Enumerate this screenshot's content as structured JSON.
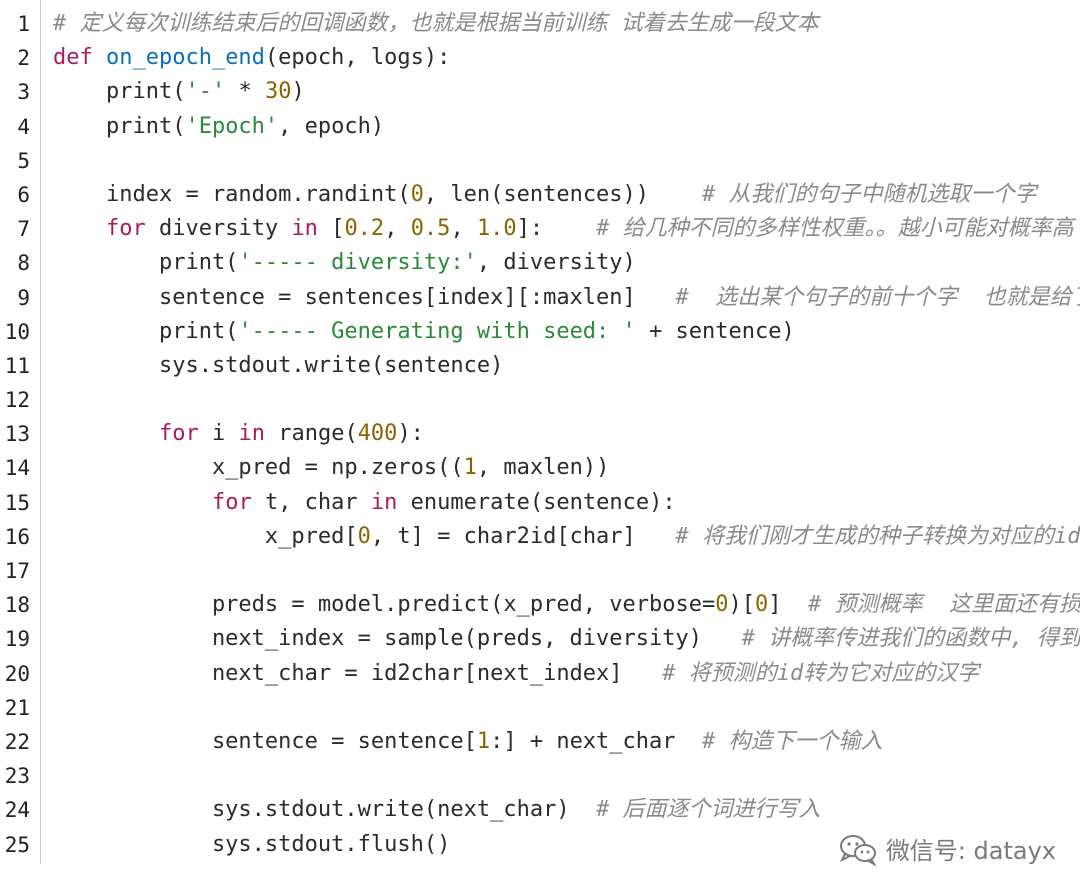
{
  "lines": [
    {
      "n": "1",
      "tokens": [
        {
          "t": "# 定义每次训练结束后的回调函数，也就是根据当前训练 试着去生成一段文本",
          "c": "cmt"
        }
      ]
    },
    {
      "n": "2",
      "tokens": [
        {
          "t": "def ",
          "c": "kw"
        },
        {
          "t": "on_epoch_end",
          "c": "fn"
        },
        {
          "t": "(epoch, logs):",
          "c": "plain"
        }
      ]
    },
    {
      "n": "3",
      "tokens": [
        {
          "t": "    print(",
          "c": "plain"
        },
        {
          "t": "'-'",
          "c": "str"
        },
        {
          "t": " * ",
          "c": "plain"
        },
        {
          "t": "30",
          "c": "num"
        },
        {
          "t": ")",
          "c": "plain"
        }
      ]
    },
    {
      "n": "4",
      "tokens": [
        {
          "t": "    print(",
          "c": "plain"
        },
        {
          "t": "'Epoch'",
          "c": "str"
        },
        {
          "t": ", epoch)",
          "c": "plain"
        }
      ]
    },
    {
      "n": "5",
      "tokens": []
    },
    {
      "n": "6",
      "tokens": [
        {
          "t": "    index = random.randint(",
          "c": "plain"
        },
        {
          "t": "0",
          "c": "num"
        },
        {
          "t": ", len(sentences))    ",
          "c": "plain"
        },
        {
          "t": "# 从我们的句子中随机选取一个字",
          "c": "cmt"
        }
      ]
    },
    {
      "n": "7",
      "tokens": [
        {
          "t": "    ",
          "c": "plain"
        },
        {
          "t": "for",
          "c": "kw"
        },
        {
          "t": " diversity ",
          "c": "plain"
        },
        {
          "t": "in",
          "c": "kw"
        },
        {
          "t": " [",
          "c": "plain"
        },
        {
          "t": "0.2",
          "c": "num"
        },
        {
          "t": ", ",
          "c": "plain"
        },
        {
          "t": "0.5",
          "c": "num"
        },
        {
          "t": ", ",
          "c": "plain"
        },
        {
          "t": "1.0",
          "c": "num"
        },
        {
          "t": "]:    ",
          "c": "plain"
        },
        {
          "t": "# 给几种不同的多样性权重。。越小可能对概率高",
          "c": "cmt"
        }
      ]
    },
    {
      "n": "8",
      "tokens": [
        {
          "t": "        print(",
          "c": "plain"
        },
        {
          "t": "'----- diversity:'",
          "c": "str"
        },
        {
          "t": ", diversity)",
          "c": "plain"
        }
      ]
    },
    {
      "n": "9",
      "tokens": [
        {
          "t": "        sentence = sentences[index][:maxlen]   ",
          "c": "plain"
        },
        {
          "t": "#  选出某个句子的前十个字  也就是给了",
          "c": "cmt"
        }
      ]
    },
    {
      "n": "10",
      "tokens": [
        {
          "t": "        print(",
          "c": "plain"
        },
        {
          "t": "'----- Generating with seed: '",
          "c": "str"
        },
        {
          "t": " + sentence)",
          "c": "plain"
        }
      ]
    },
    {
      "n": "11",
      "tokens": [
        {
          "t": "        sys.stdout.write(sentence)",
          "c": "plain"
        }
      ]
    },
    {
      "n": "12",
      "tokens": []
    },
    {
      "n": "13",
      "tokens": [
        {
          "t": "        ",
          "c": "plain"
        },
        {
          "t": "for",
          "c": "kw"
        },
        {
          "t": " i ",
          "c": "plain"
        },
        {
          "t": "in",
          "c": "kw"
        },
        {
          "t": " range(",
          "c": "plain"
        },
        {
          "t": "400",
          "c": "num"
        },
        {
          "t": "):",
          "c": "plain"
        }
      ]
    },
    {
      "n": "14",
      "tokens": [
        {
          "t": "            x_pred = np.zeros((",
          "c": "plain"
        },
        {
          "t": "1",
          "c": "num"
        },
        {
          "t": ", maxlen))",
          "c": "plain"
        }
      ]
    },
    {
      "n": "15",
      "tokens": [
        {
          "t": "            ",
          "c": "plain"
        },
        {
          "t": "for",
          "c": "kw"
        },
        {
          "t": " t, char ",
          "c": "plain"
        },
        {
          "t": "in",
          "c": "kw"
        },
        {
          "t": " enumerate(sentence):",
          "c": "plain"
        }
      ]
    },
    {
      "n": "16",
      "tokens": [
        {
          "t": "                x_pred[",
          "c": "plain"
        },
        {
          "t": "0",
          "c": "num"
        },
        {
          "t": ", t] = char2id[char]   ",
          "c": "plain"
        },
        {
          "t": "# 将我们刚才生成的种子转换为对应的id",
          "c": "cmt"
        }
      ]
    },
    {
      "n": "17",
      "tokens": []
    },
    {
      "n": "18",
      "tokens": [
        {
          "t": "            preds = model.predict(x_pred, verbose=",
          "c": "plain"
        },
        {
          "t": "0",
          "c": "num"
        },
        {
          "t": ")[",
          "c": "plain"
        },
        {
          "t": "0",
          "c": "num"
        },
        {
          "t": "]  ",
          "c": "plain"
        },
        {
          "t": "# 预测概率  这里面还有损",
          "c": "cmt"
        }
      ]
    },
    {
      "n": "19",
      "tokens": [
        {
          "t": "            next_index = sample(preds, diversity)   ",
          "c": "plain"
        },
        {
          "t": "# 讲概率传进我们的函数中, 得到下",
          "c": "cmt"
        }
      ]
    },
    {
      "n": "20",
      "tokens": [
        {
          "t": "            next_char = id2char[next_index]   ",
          "c": "plain"
        },
        {
          "t": "# 将预测的id转为它对应的汉字",
          "c": "cmt"
        }
      ]
    },
    {
      "n": "21",
      "tokens": []
    },
    {
      "n": "22",
      "tokens": [
        {
          "t": "            sentence = sentence[",
          "c": "plain"
        },
        {
          "t": "1",
          "c": "num"
        },
        {
          "t": ":] + next_char  ",
          "c": "plain"
        },
        {
          "t": "# 构造下一个输入",
          "c": "cmt"
        }
      ]
    },
    {
      "n": "23",
      "tokens": []
    },
    {
      "n": "24",
      "tokens": [
        {
          "t": "            sys.stdout.write(next_char)  ",
          "c": "plain"
        },
        {
          "t": "# 后面逐个词进行写入",
          "c": "cmt"
        }
      ]
    },
    {
      "n": "25",
      "tokens": [
        {
          "t": "            sys.stdout.flush()",
          "c": "plain"
        }
      ]
    }
  ],
  "watermark": {
    "icon": "wechat-icon",
    "text": "微信号: datayx"
  },
  "colors": {
    "keyword": "#a71d5d",
    "function": "#0b6fb8",
    "string": "#2a8a3a",
    "number": "#8a6400",
    "comment": "#8a8a8a",
    "plain": "#2b2b2b"
  }
}
